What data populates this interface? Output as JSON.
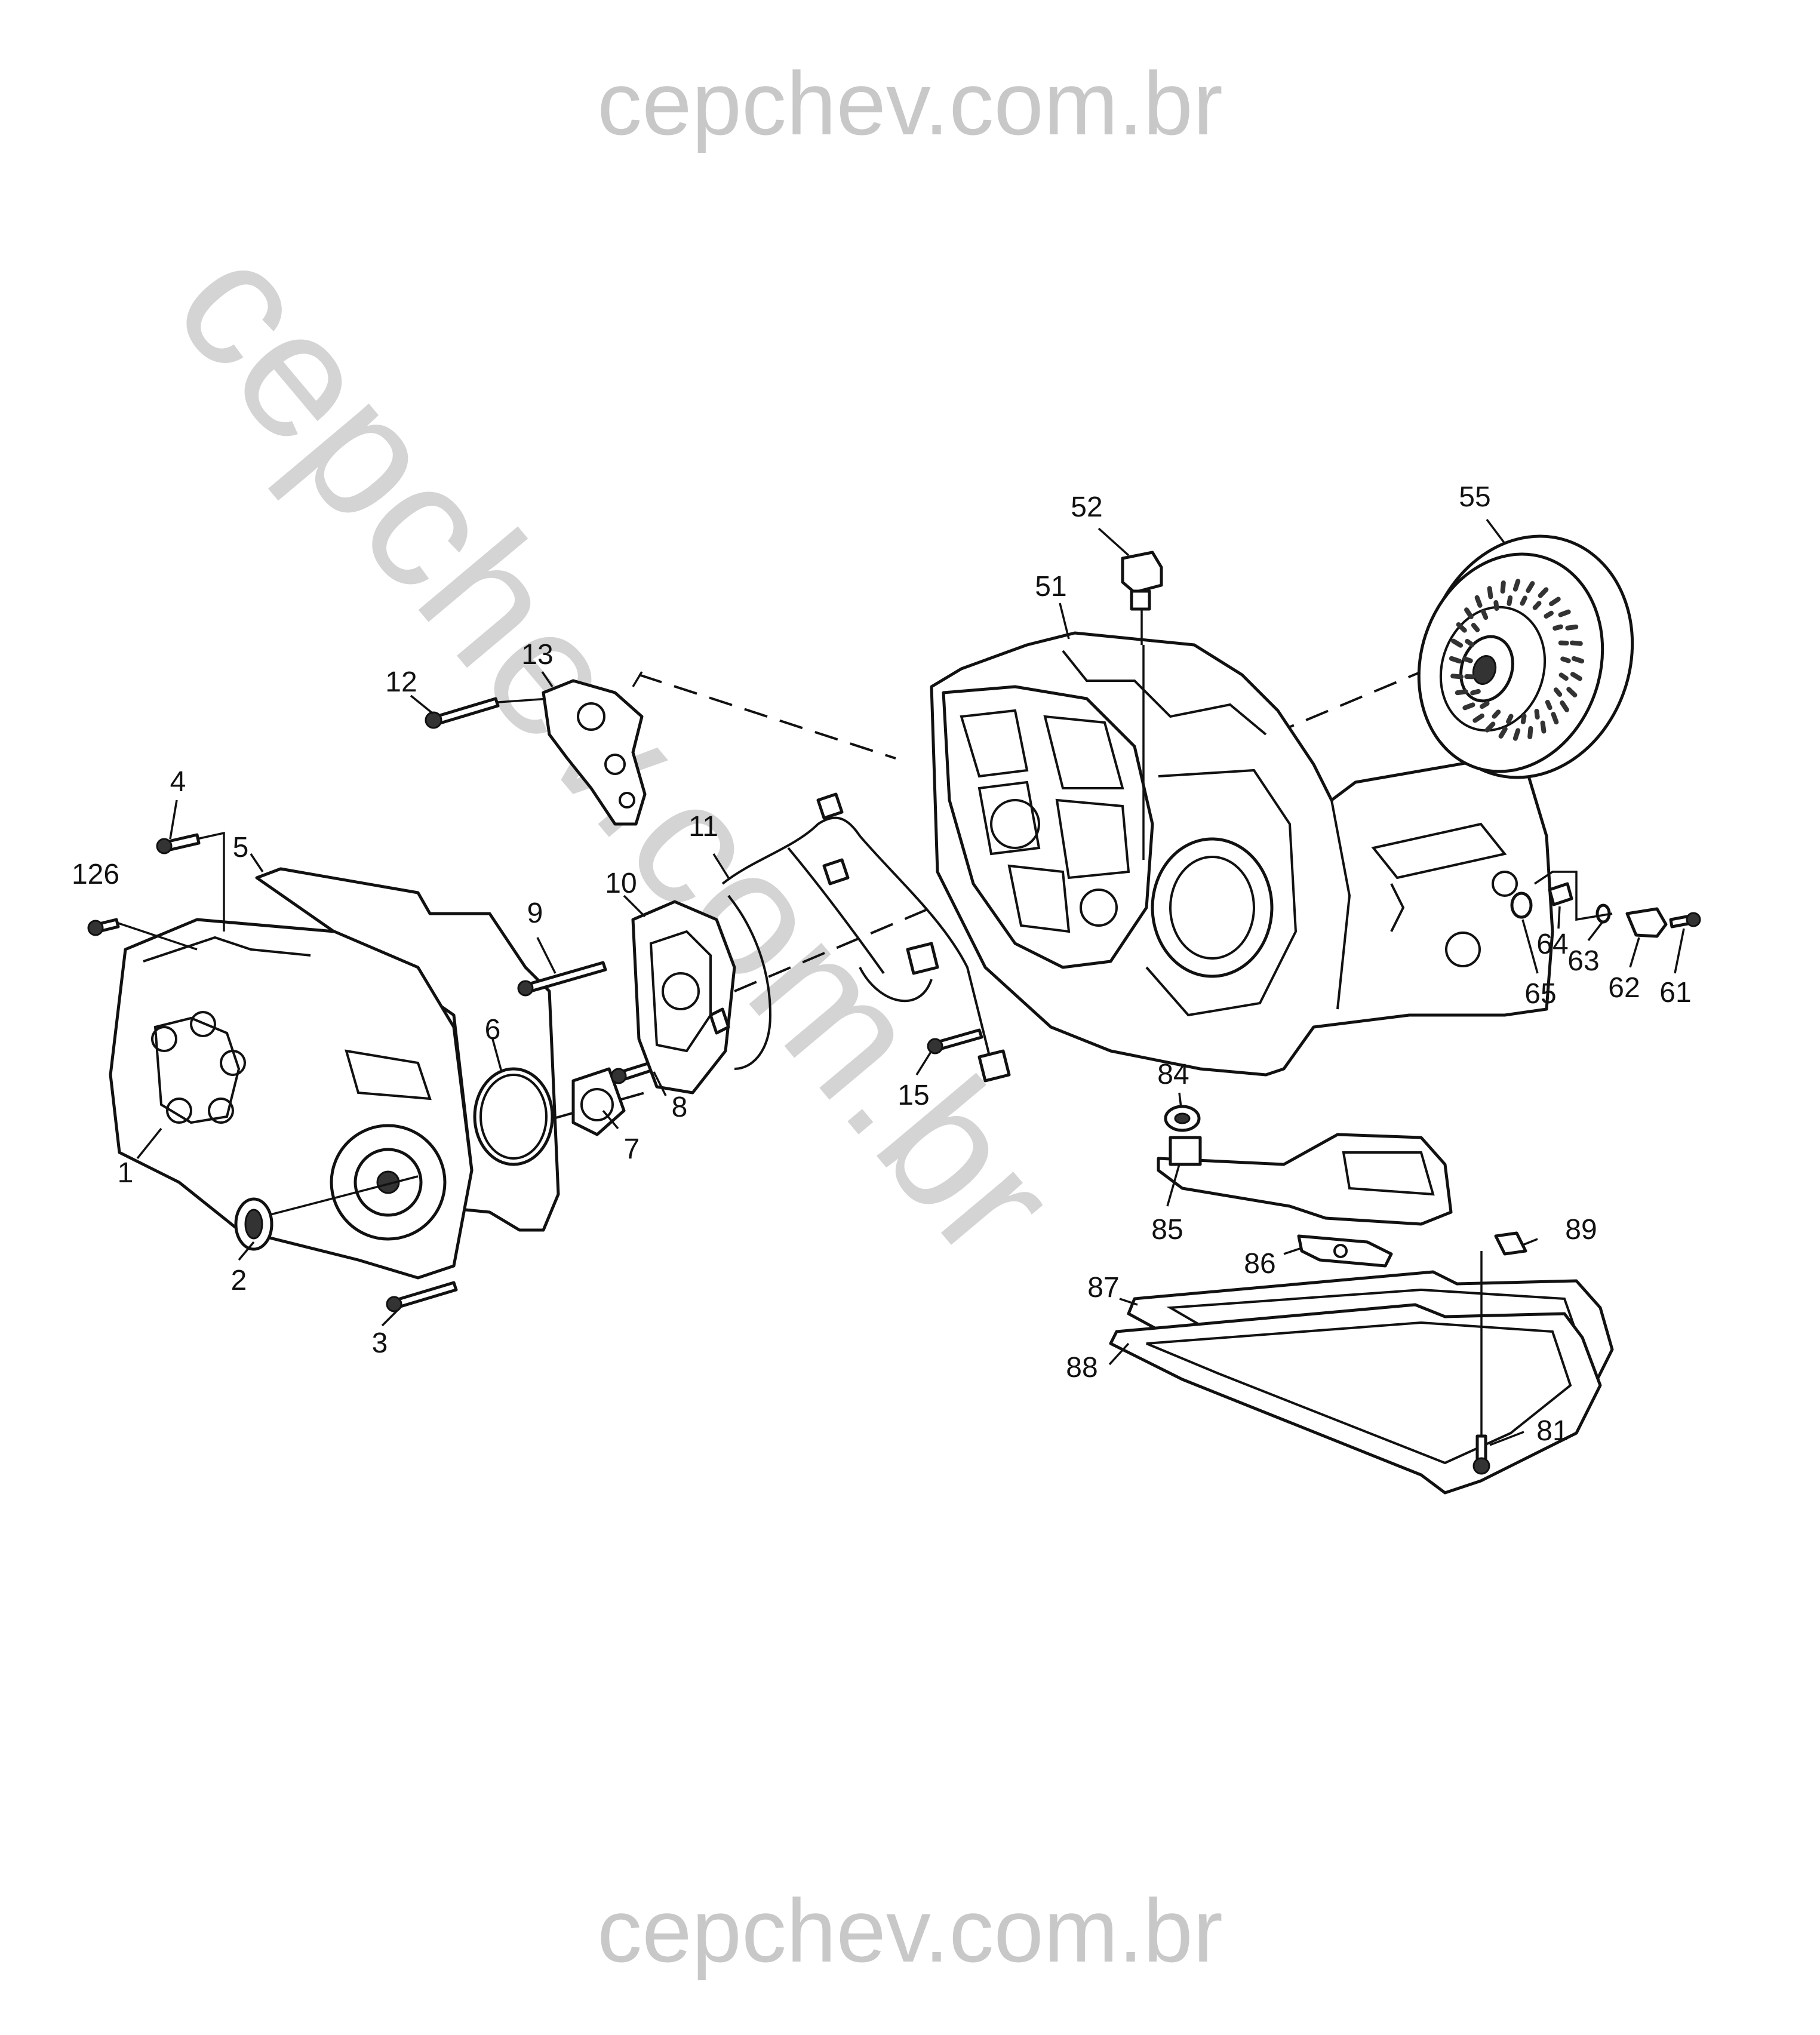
{
  "watermarks": {
    "top": "cepchev.com.br",
    "bottom": "cepchev.com.br",
    "diagonal": "cepchev.com.br"
  },
  "colors": {
    "line": "#111111",
    "watermark": "#c8c8c8",
    "background": "#ffffff"
  },
  "callouts": [
    {
      "id": "1",
      "label": "1"
    },
    {
      "id": "2",
      "label": "2"
    },
    {
      "id": "3",
      "label": "3"
    },
    {
      "id": "4",
      "label": "4"
    },
    {
      "id": "5",
      "label": "5"
    },
    {
      "id": "6",
      "label": "6"
    },
    {
      "id": "7",
      "label": "7"
    },
    {
      "id": "8",
      "label": "8"
    },
    {
      "id": "9",
      "label": "9"
    },
    {
      "id": "10",
      "label": "10"
    },
    {
      "id": "11",
      "label": "11"
    },
    {
      "id": "12",
      "label": "12"
    },
    {
      "id": "13",
      "label": "13"
    },
    {
      "id": "15",
      "label": "15"
    },
    {
      "id": "51",
      "label": "51"
    },
    {
      "id": "52",
      "label": "52"
    },
    {
      "id": "55",
      "label": "55"
    },
    {
      "id": "61",
      "label": "61"
    },
    {
      "id": "62",
      "label": "62"
    },
    {
      "id": "63",
      "label": "63"
    },
    {
      "id": "64",
      "label": "64"
    },
    {
      "id": "65",
      "label": "65"
    },
    {
      "id": "81",
      "label": "81"
    },
    {
      "id": "84",
      "label": "84"
    },
    {
      "id": "85",
      "label": "85"
    },
    {
      "id": "86",
      "label": "86"
    },
    {
      "id": "87",
      "label": "87"
    },
    {
      "id": "88",
      "label": "88"
    },
    {
      "id": "89",
      "label": "89"
    },
    {
      "id": "126",
      "label": "126"
    }
  ]
}
